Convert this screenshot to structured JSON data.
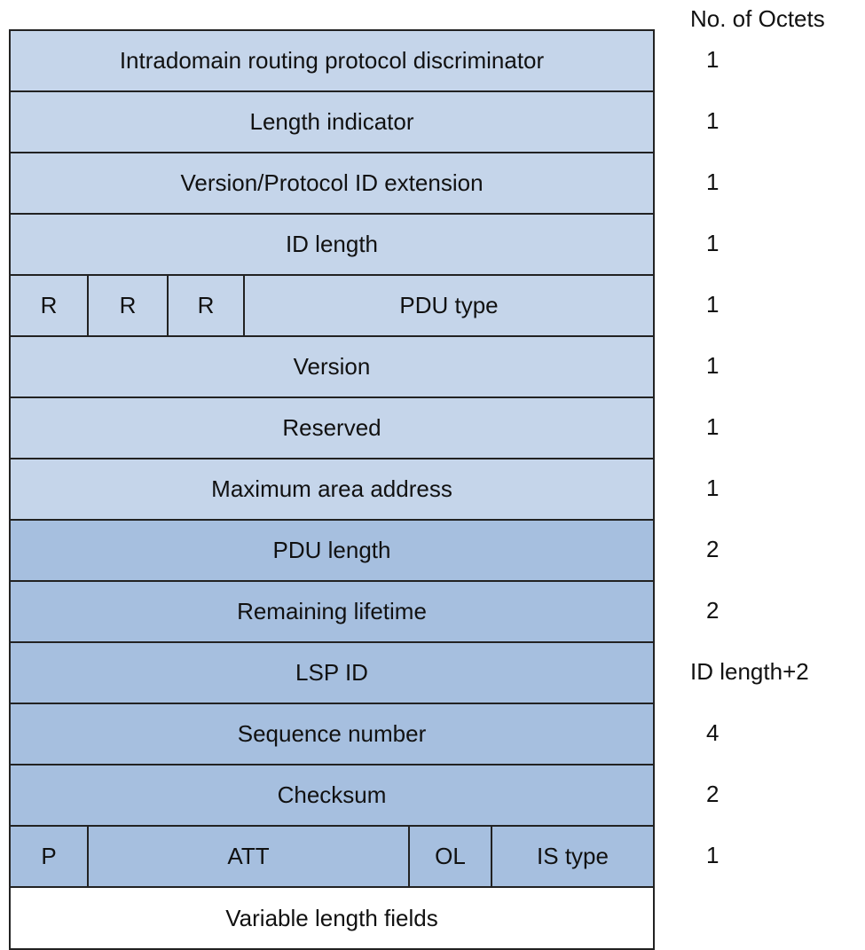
{
  "header": {
    "octets_label": "No. of Octets"
  },
  "rows": [
    {
      "shade": "light",
      "fields": [
        "Intradomain routing protocol discriminator"
      ],
      "octets": "1"
    },
    {
      "shade": "light",
      "fields": [
        "Length indicator"
      ],
      "octets": "1"
    },
    {
      "shade": "light",
      "fields": [
        "Version/Protocol ID extension"
      ],
      "octets": "1"
    },
    {
      "shade": "light",
      "fields": [
        "ID length"
      ],
      "octets": "1"
    },
    {
      "shade": "light",
      "fields": [
        "R",
        "R",
        "R",
        "PDU type"
      ],
      "octets": "1"
    },
    {
      "shade": "light",
      "fields": [
        "Version"
      ],
      "octets": "1"
    },
    {
      "shade": "light",
      "fields": [
        "Reserved"
      ],
      "octets": "1"
    },
    {
      "shade": "light",
      "fields": [
        "Maximum area address"
      ],
      "octets": "1"
    },
    {
      "shade": "dark",
      "fields": [
        "PDU length"
      ],
      "octets": "2"
    },
    {
      "shade": "dark",
      "fields": [
        "Remaining lifetime"
      ],
      "octets": "2"
    },
    {
      "shade": "dark",
      "fields": [
        "LSP ID"
      ],
      "octets": "ID length+2"
    },
    {
      "shade": "dark",
      "fields": [
        "Sequence number"
      ],
      "octets": "4"
    },
    {
      "shade": "dark",
      "fields": [
        "Checksum"
      ],
      "octets": "2"
    },
    {
      "shade": "dark",
      "fields": [
        "P",
        "ATT",
        "OL",
        "IS type"
      ],
      "octets": "1"
    },
    {
      "shade": "white",
      "fields": [
        "Variable length fields"
      ],
      "octets": ""
    }
  ],
  "colors": {
    "light_fill": "#c5d5ea",
    "dark_fill": "#a6bfdf",
    "white_fill": "#ffffff",
    "border": "#222222"
  }
}
